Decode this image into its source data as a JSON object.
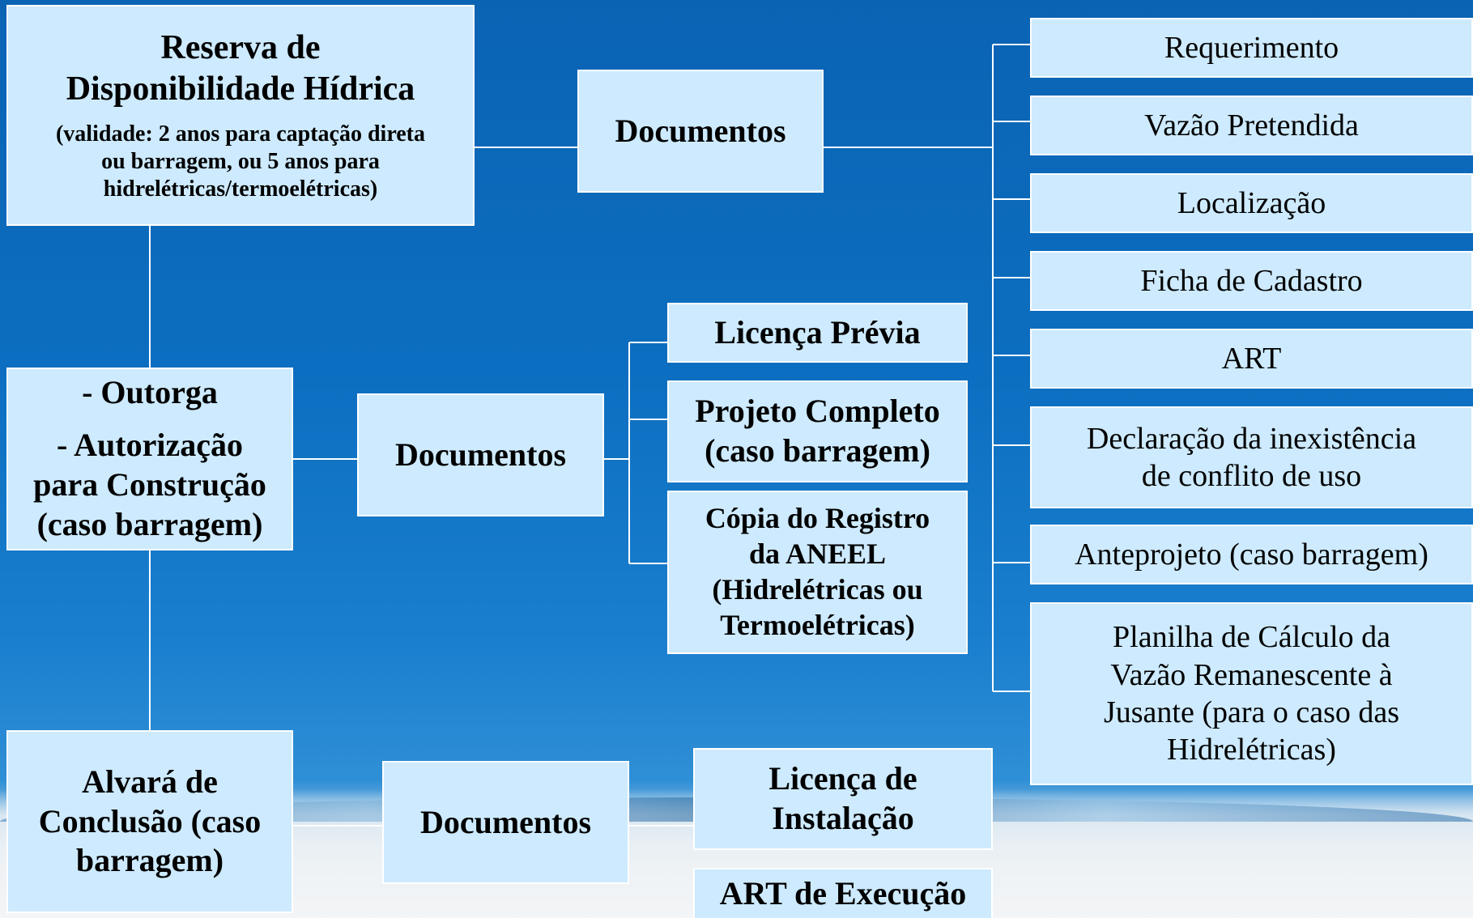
{
  "diagram": {
    "main_box": {
      "title_line1": "Reserva de",
      "title_line2": "Disponibilidade Hídrica",
      "note_line1": "(validade: 2 anos para captação direta",
      "note_line2": "ou barragem, ou 5 anos para",
      "note_line3": "hidrelétricas/termoelétricas)"
    },
    "documents_top": "Documentos",
    "top_documents": [
      {
        "lines": [
          "Requerimento"
        ]
      },
      {
        "lines": [
          "Vazão Pretendida"
        ]
      },
      {
        "lines": [
          "Localização"
        ]
      },
      {
        "lines": [
          "Ficha de Cadastro"
        ]
      },
      {
        "lines": [
          "ART"
        ]
      },
      {
        "lines": [
          "Declaração da inexistência",
          "de conflito de uso"
        ]
      },
      {
        "lines": [
          "Anteprojeto (caso barragem)"
        ]
      },
      {
        "lines": [
          "Planilha de Cálculo da",
          "Vazão Remanescente à",
          "Jusante (para o caso das",
          "Hidrelétricas)"
        ]
      }
    ],
    "outorga_box": {
      "line1": "- Outorga",
      "line2": "- Autorização",
      "line3": "para Construção",
      "line4": "(caso barragem)"
    },
    "documents_middle": "Documentos",
    "middle_documents": [
      {
        "lines": [
          "Licença Prévia"
        ]
      },
      {
        "lines": [
          "Projeto Completo",
          "(caso barragem)"
        ]
      },
      {
        "lines": [
          "Cópia do Registro",
          "da ANEEL",
          "(Hidrelétricas ou",
          "Termoelétricas)"
        ]
      }
    ],
    "alvara_box": {
      "line1": "Alvará de",
      "line2": "Conclusão (caso",
      "line3": "barragem)"
    },
    "documents_bottom": "Documentos",
    "bottom_documents": [
      {
        "lines": [
          "Licença de",
          "Instalação"
        ]
      },
      {
        "lines": [
          "ART de Execução"
        ]
      }
    ],
    "colors": {
      "box_fill": "#cdeafe",
      "connector": "#ffffff",
      "background": "#0c6ec0"
    }
  }
}
